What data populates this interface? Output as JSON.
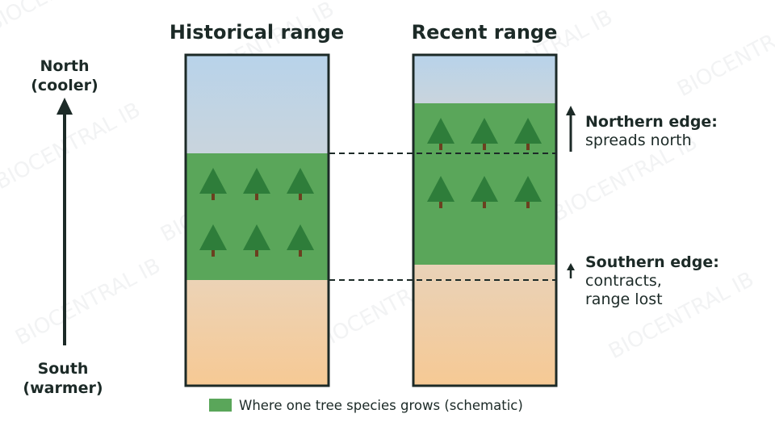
{
  "axis": {
    "north_line1": "North",
    "north_line2": "(cooler)",
    "south_line1": "South",
    "south_line2": "(warmer)"
  },
  "panels": {
    "historical_title": "Historical range",
    "recent_title": "Recent range"
  },
  "annotations": {
    "northern_title": "Northern edge:",
    "northern_desc": "spreads north",
    "southern_title": "Southern edge:",
    "southern_desc_line1": "contracts,",
    "southern_desc_line2": "range lost"
  },
  "legend": {
    "label": "Where one tree species grows (schematic)"
  },
  "watermark": "BIOCENTRAL IB",
  "colors": {
    "sky_top": "#b8d3ea",
    "sky_bottom": "#c9d4dd",
    "range_green": "#5aa65a",
    "tree_green": "#2e7d3a",
    "trunk_brown": "#6b3f1f",
    "sand_top": "#ecd3b6",
    "sand_bottom": "#f6c994",
    "outline": "#1c2a27",
    "text": "#1c2a27"
  }
}
